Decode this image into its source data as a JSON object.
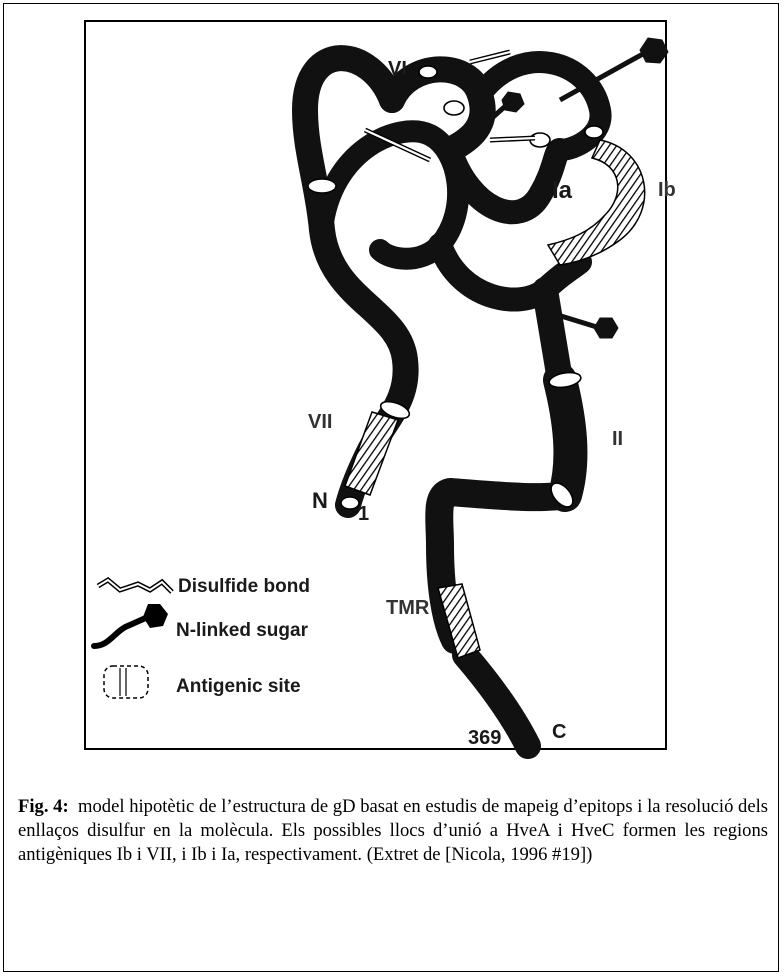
{
  "figure": {
    "region_labels": {
      "vi": "VI",
      "ia": "Ia",
      "ib": "Ib",
      "vii": "VII",
      "ii": "II",
      "tmr": "TMR",
      "n_term": "N",
      "start_residue": "1",
      "end_residue": "369",
      "c_term": "C"
    },
    "legend": {
      "disulfide": "Disulfide bond",
      "sugar": "N-linked sugar",
      "antigenic": "Antigenic site"
    }
  },
  "caption": {
    "label": "Fig. 4:",
    "text": "model hipotètic de l’estructura de gD basat en estudis de mapeig d’epitops i la resolució dels enllaços disulfur en la molècula. Els possibles llocs d’unió a HveA i HveC formen les regions antigèniques Ib i VII, i Ib i Ia, respectivament. (Extret de [Nicola, 1996 #19])"
  }
}
